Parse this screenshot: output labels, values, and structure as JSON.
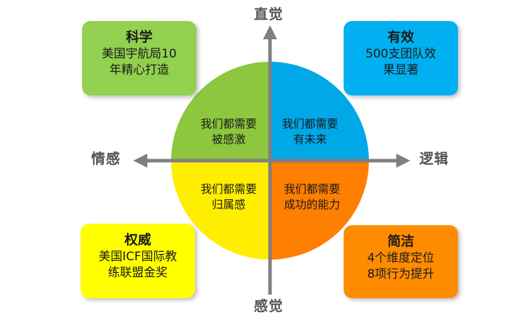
{
  "axes": {
    "top": "直觉",
    "bottom": "感觉",
    "left": "情感",
    "right": "逻辑"
  },
  "quadrants": {
    "top_left": {
      "text": "我们都需要\n被感激",
      "color": "#8dc63f"
    },
    "top_right": {
      "text": "我们都需要\n有未来",
      "color": "#00a8e8"
    },
    "bottom_left": {
      "text": "我们都需要\n归属感",
      "color": "#ffee00"
    },
    "bottom_right": {
      "text": "我们都需要\n成功的能力",
      "color": "#ff7f00"
    }
  },
  "corners": {
    "science": {
      "title": "科学",
      "desc": "美国宇航局10\n年精心打造",
      "color": "#92d050"
    },
    "effective": {
      "title": "有效",
      "desc": "500支团队效\n果显著",
      "color": "#00b0f0"
    },
    "authority": {
      "title": "权威",
      "desc": "美国ICF国际教\n练联盟金奖",
      "color": "#ffff00"
    },
    "simple": {
      "title": "简洁",
      "desc": "4个维度定位\n8项行为提升",
      "color": "#ff8c00"
    }
  },
  "colors": {
    "axis": "#7f7f7f"
  }
}
